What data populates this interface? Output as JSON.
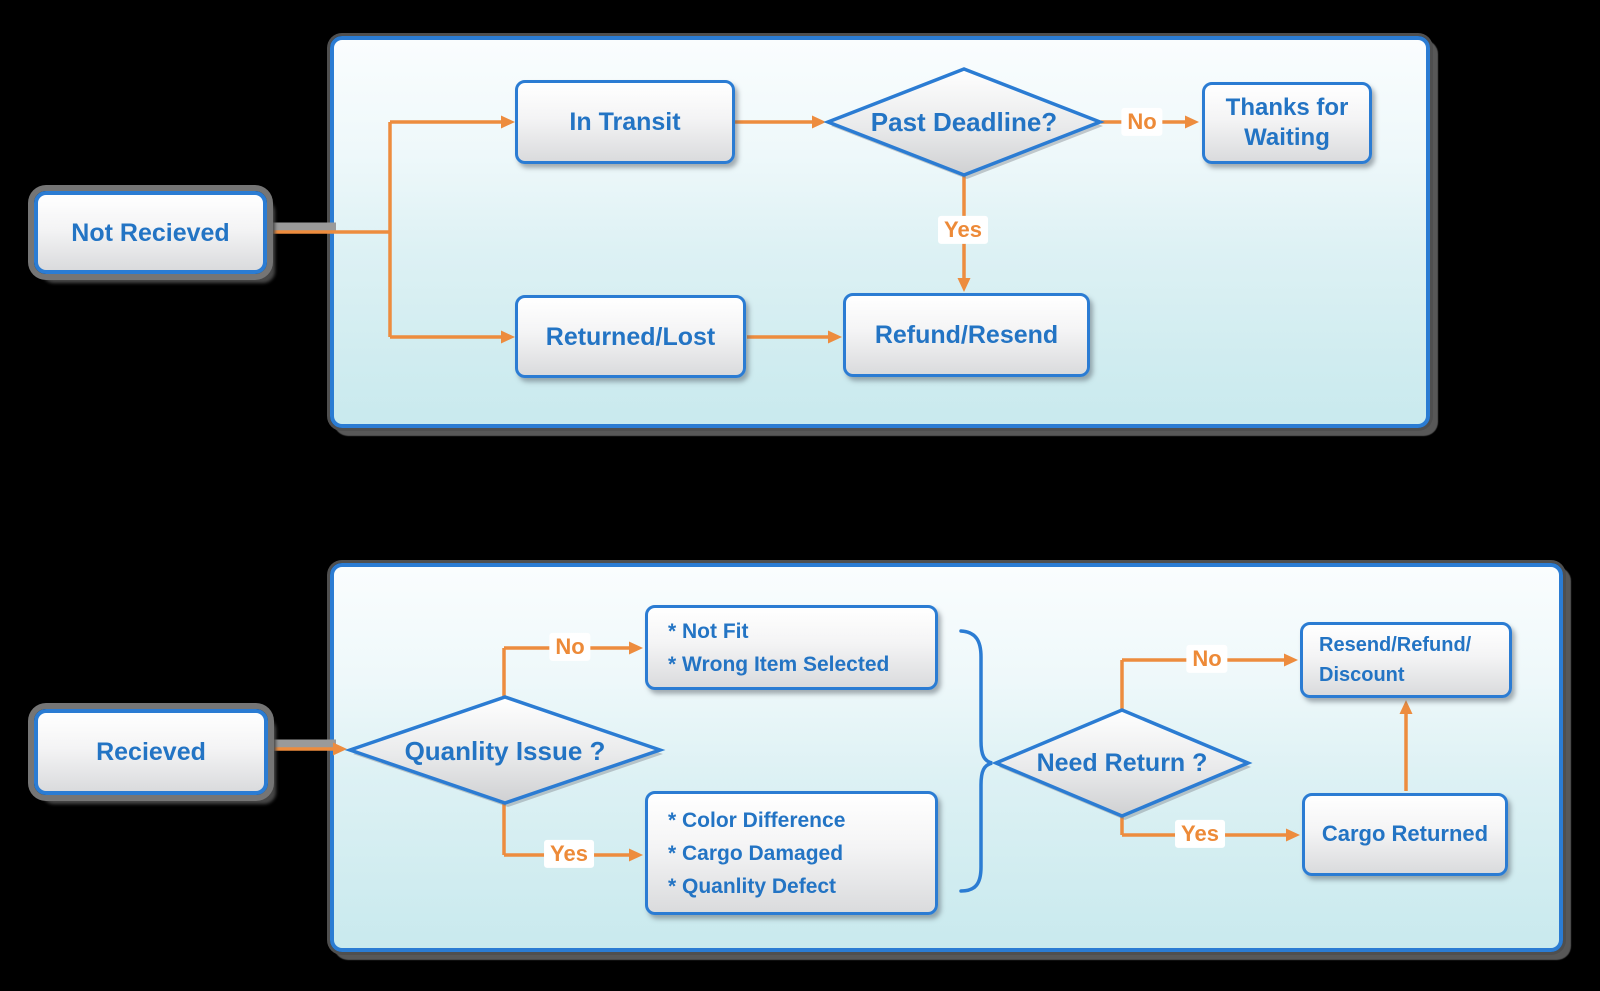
{
  "colors": {
    "background": "#000000",
    "panel_border": "#2b7cd3",
    "panel_fill_bottom": "#cdebef",
    "node_text_blue": "#2374c4",
    "arrow_orange": "#ed8c3e",
    "chip_text_orange": "#ed8a38",
    "node_fill_bottom": "#dadbdd"
  },
  "not_received_flow": {
    "start_label": "Not Recieved",
    "in_transit_label": "In Transit",
    "past_deadline_label": "Past Deadline?",
    "no_label": "No",
    "yes_label": "Yes",
    "thanks_line1": "Thanks for",
    "thanks_line2": "Waiting",
    "returned_lost_label": "Returned/Lost",
    "refund_resend_label": "Refund/Resend"
  },
  "received_flow": {
    "start_label": "Recieved",
    "quality_issue_label": "Quanlity Issue ?",
    "no_label": "No",
    "yes_label": "Yes",
    "no_reasons": [
      "* Not Fit",
      "* Wrong Item Selected"
    ],
    "yes_reasons": [
      "* Color Difference",
      "* Cargo Damaged",
      "* Quanlity Defect"
    ],
    "need_return_label": "Need Return ?",
    "need_return_no_label": "No",
    "need_return_yes_label": "Yes",
    "resend_line1": "Resend/Refund/",
    "resend_line2": "Discount",
    "cargo_returned_label": "Cargo Returned"
  }
}
